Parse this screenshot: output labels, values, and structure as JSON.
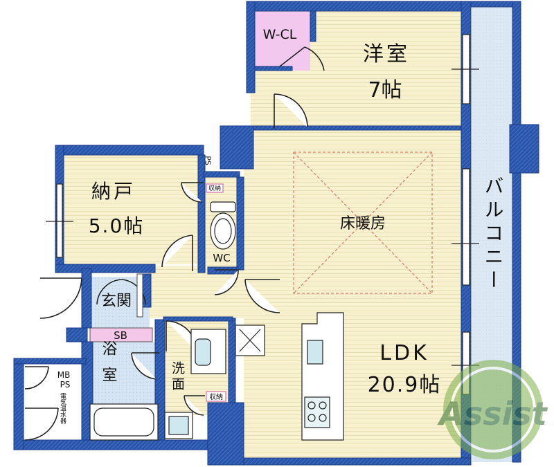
{
  "rooms": {
    "western_room": {
      "name": "洋室",
      "size": "7帖"
    },
    "walk_in_closet": "W-CL",
    "storeroom": {
      "name": "納戸",
      "size": "5.0帖"
    },
    "ldk": {
      "name": "LDK",
      "size": "20.9帖",
      "floor_heating": "床暖房"
    },
    "balcony": "バルコニー",
    "entrance": "玄関",
    "shoe_box": "SB",
    "bathroom": "浴室",
    "washroom": "洗面",
    "toilet": "WC",
    "pipe_space": "PS",
    "meter_box": "MB\nPS",
    "water_heater": "電気温水器",
    "storage_1": "収納",
    "storage_2": "収納"
  },
  "watermark": "Assist",
  "colors": {
    "wall": "#1f3f8f",
    "wall_hatch": "#4a78c4",
    "floor": "#f7f1cf",
    "closet": "#f3c8ef",
    "balcony": "#dbe8f3",
    "bath_tile": "#d5e4f2",
    "shoebox": "#f4c6e8"
  }
}
